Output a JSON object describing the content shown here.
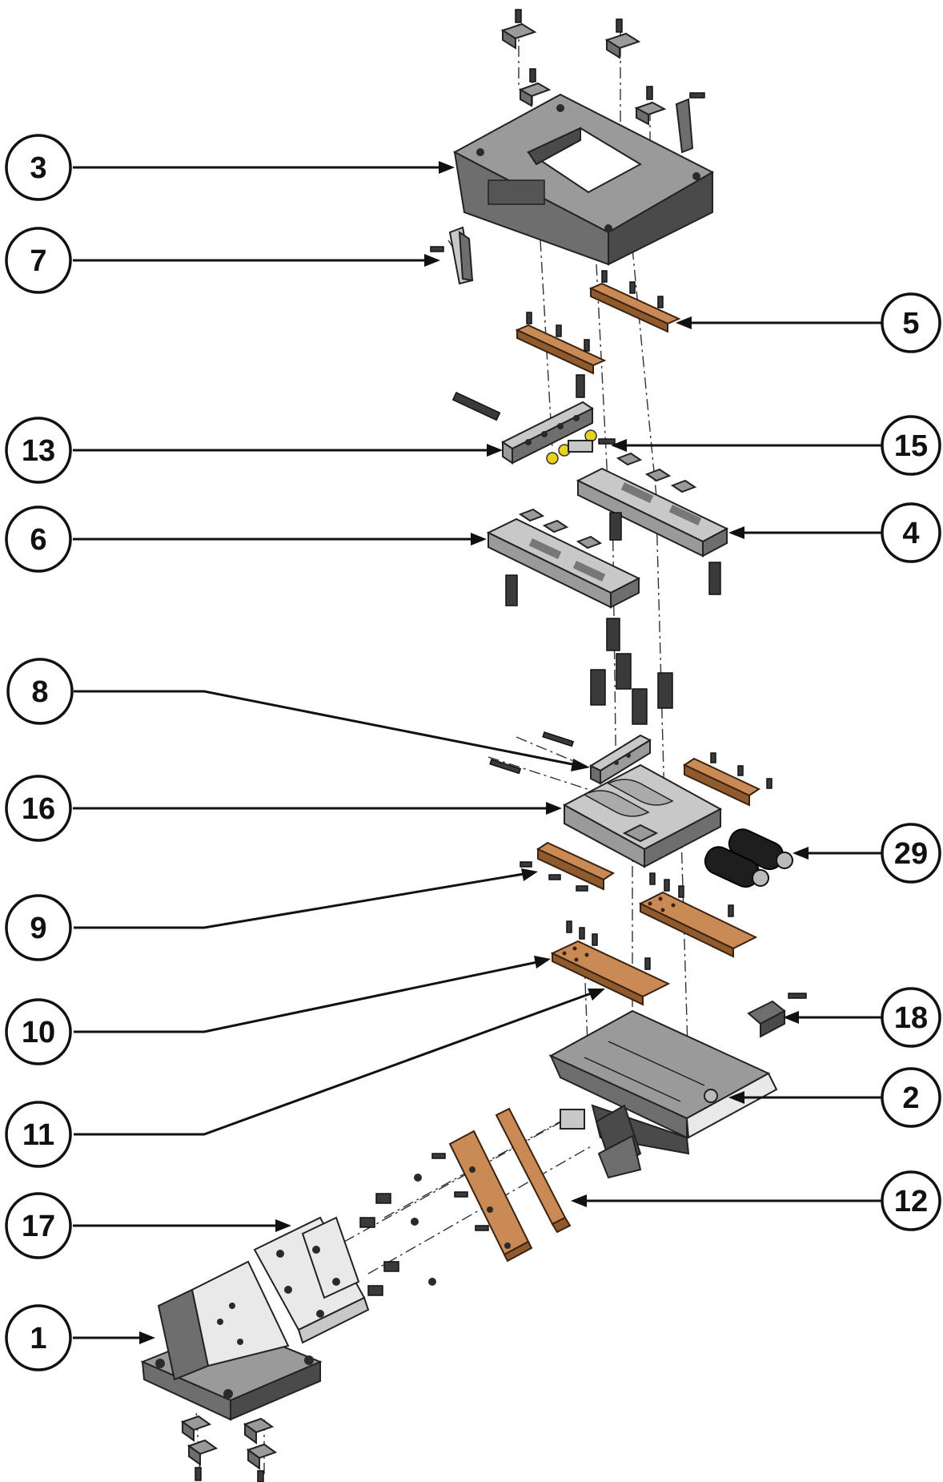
{
  "diagram": {
    "callouts": [
      {
        "id": "c3",
        "label": "3"
      },
      {
        "id": "c7",
        "label": "7"
      },
      {
        "id": "c5",
        "label": "5"
      },
      {
        "id": "c13",
        "label": "13"
      },
      {
        "id": "c15",
        "label": "15"
      },
      {
        "id": "c6",
        "label": "6"
      },
      {
        "id": "c4",
        "label": "4"
      },
      {
        "id": "c8",
        "label": "8"
      },
      {
        "id": "c16",
        "label": "16"
      },
      {
        "id": "c29",
        "label": "29"
      },
      {
        "id": "c9",
        "label": "9"
      },
      {
        "id": "c10",
        "label": "10"
      },
      {
        "id": "c18",
        "label": "18"
      },
      {
        "id": "c11",
        "label": "11"
      },
      {
        "id": "c2",
        "label": "2"
      },
      {
        "id": "c12",
        "label": "12"
      },
      {
        "id": "c17",
        "label": "17"
      },
      {
        "id": "c1",
        "label": "1"
      }
    ],
    "colors": {
      "steel": "#6e6e6e",
      "bronze": "#c98a55",
      "outline": "#111111"
    }
  }
}
